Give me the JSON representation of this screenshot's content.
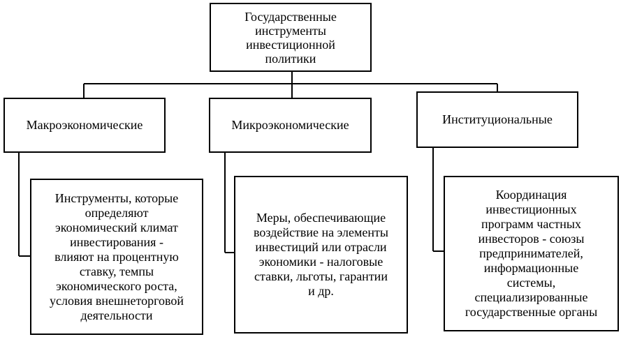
{
  "root": {
    "lines": [
      "Государственные",
      "инструменты",
      "инвестиционной",
      "политики"
    ]
  },
  "categories": [
    {
      "label": "Макроэкономические",
      "description": [
        "Инструменты, которые",
        "определяют",
        "экономический климат",
        "инвестирования -",
        "влияют на процентную",
        "ставку, темпы",
        "экономического роста,",
        "условия внешнеторговой",
        "деятельности"
      ]
    },
    {
      "label": "Микроэкономические",
      "description": [
        "Меры, обеспечивающие",
        "воздействие на элементы",
        "инвестиций или отрасли",
        "экономики - налоговые",
        "ставки, льготы, гарантии",
        "и др."
      ]
    },
    {
      "label": "Институциональные",
      "description": [
        "Координация",
        "инвестиционных",
        "программ частных",
        "инвесторов - союзы",
        "предпринимателей,",
        "информационные",
        "системы,",
        "специализированные",
        "государственные органы"
      ]
    }
  ]
}
